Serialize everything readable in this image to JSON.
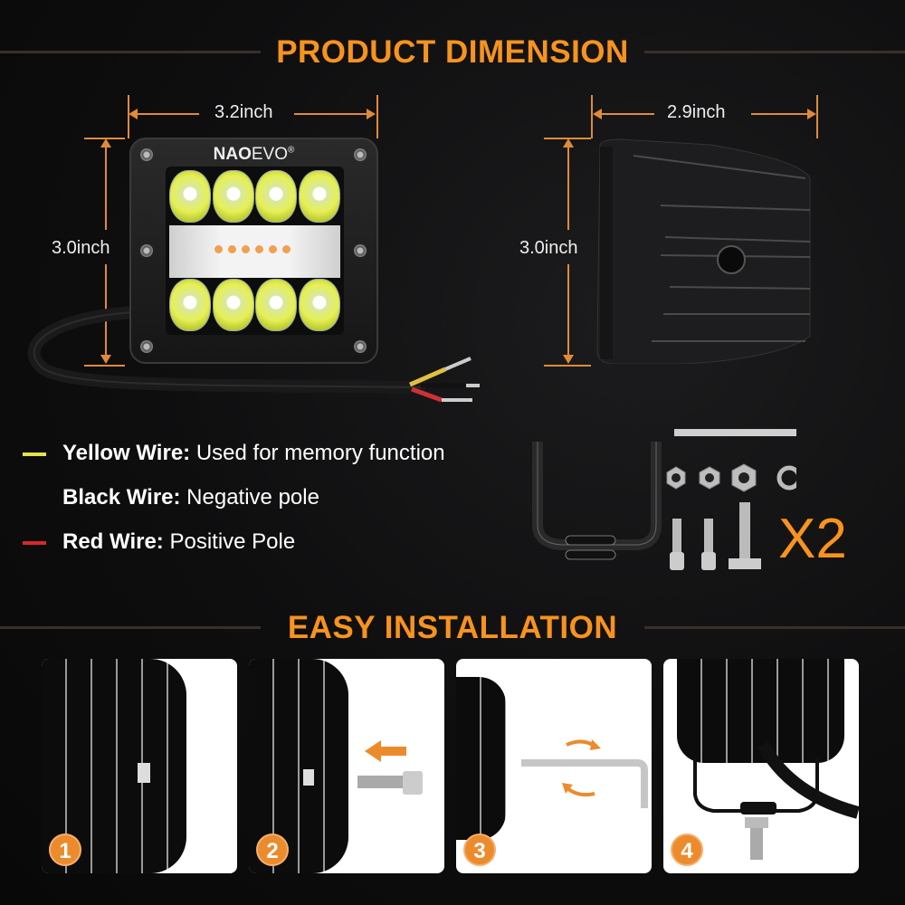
{
  "sections": {
    "dimension_title": "PRODUCT DIMENSION",
    "installation_title": "EASY INSTALLATION"
  },
  "product": {
    "brand_bold": "NAO",
    "brand_light": "EVO",
    "brand_mark": "®",
    "front_view": {
      "width_label": "3.2inch",
      "height_label": "3.0inch"
    },
    "side_view": {
      "depth_label": "2.9inch",
      "height_label": "3.0inch"
    }
  },
  "wires": [
    {
      "name": "Yellow Wire:",
      "description": "Used for memory function",
      "color": "#e6e04a"
    },
    {
      "name": "Black Wire:",
      "description": "Negative pole",
      "color": ""
    },
    {
      "name": "Red Wire:",
      "description": "Positive Pole",
      "color": "#d6282d"
    }
  ],
  "accessories": {
    "quantity_label": "X2",
    "items": [
      "mounting-bracket",
      "hex-key",
      "hex-nut",
      "hex-nut",
      "hex-nut",
      "washer",
      "socket-cap-bolt",
      "socket-cap-bolt",
      "hex-bolt"
    ]
  },
  "steps": [
    {
      "number": "1"
    },
    {
      "number": "2"
    },
    {
      "number": "3"
    },
    {
      "number": "4"
    }
  ],
  "colors": {
    "accent": "#f7931e",
    "dimension_line": "#e08a3a",
    "badge": "#ec8b2c"
  }
}
